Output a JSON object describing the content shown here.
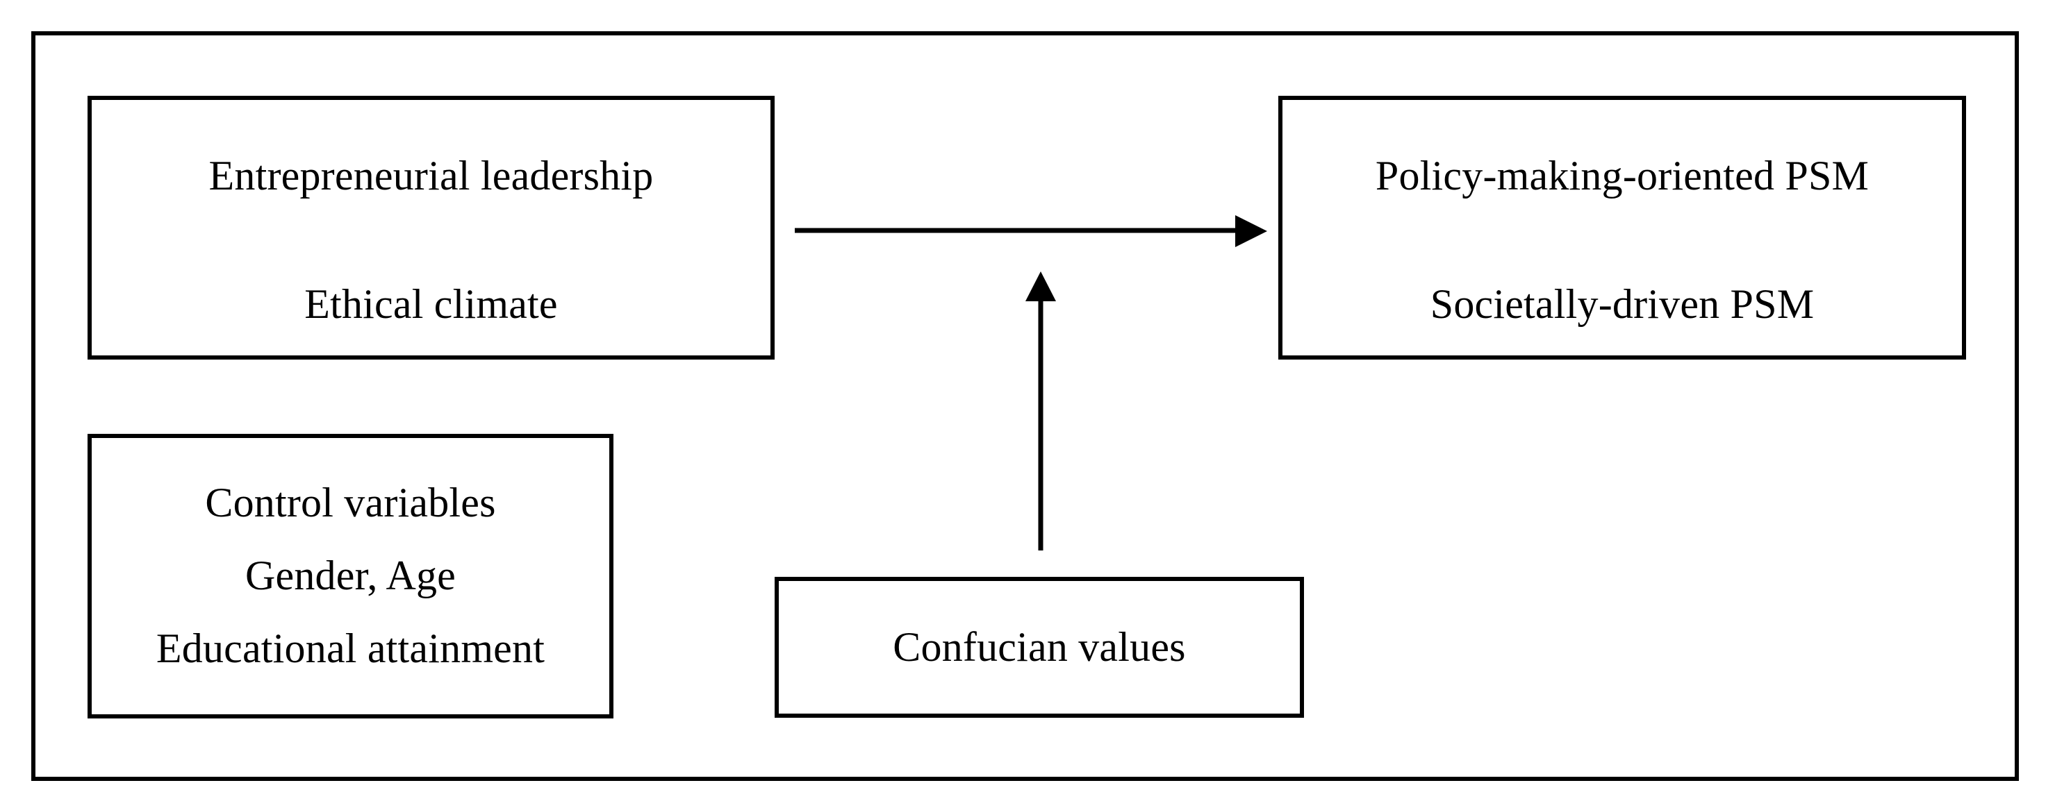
{
  "figure": {
    "type": "conceptual-research-model-diagram",
    "accent_color": "#000000",
    "background_color": "#ffffff"
  },
  "boxes": {
    "antecedents": {
      "name": "antecedents-box",
      "lines": [
        "Entrepreneurial leadership",
        "Ethical climate"
      ]
    },
    "outcomes": {
      "name": "outcomes-box",
      "lines": [
        "Policy-making-oriented PSM",
        "Societally-driven PSM"
      ]
    },
    "controls": {
      "name": "control-variables-box",
      "lines": [
        "Control variables",
        "Gender, Age",
        "Educational attainment"
      ]
    },
    "moderator": {
      "name": "moderator-box",
      "lines": [
        "Confucian values"
      ]
    }
  },
  "arrows": [
    {
      "id": "main-effect-arrow",
      "direction": "right",
      "from": "antecedents",
      "to": "outcomes",
      "style": "solid-filled-head"
    },
    {
      "id": "moderation-arrow",
      "direction": "up",
      "from": "moderator",
      "to": "main-effect-arrow",
      "style": "solid-filled-head"
    }
  ]
}
